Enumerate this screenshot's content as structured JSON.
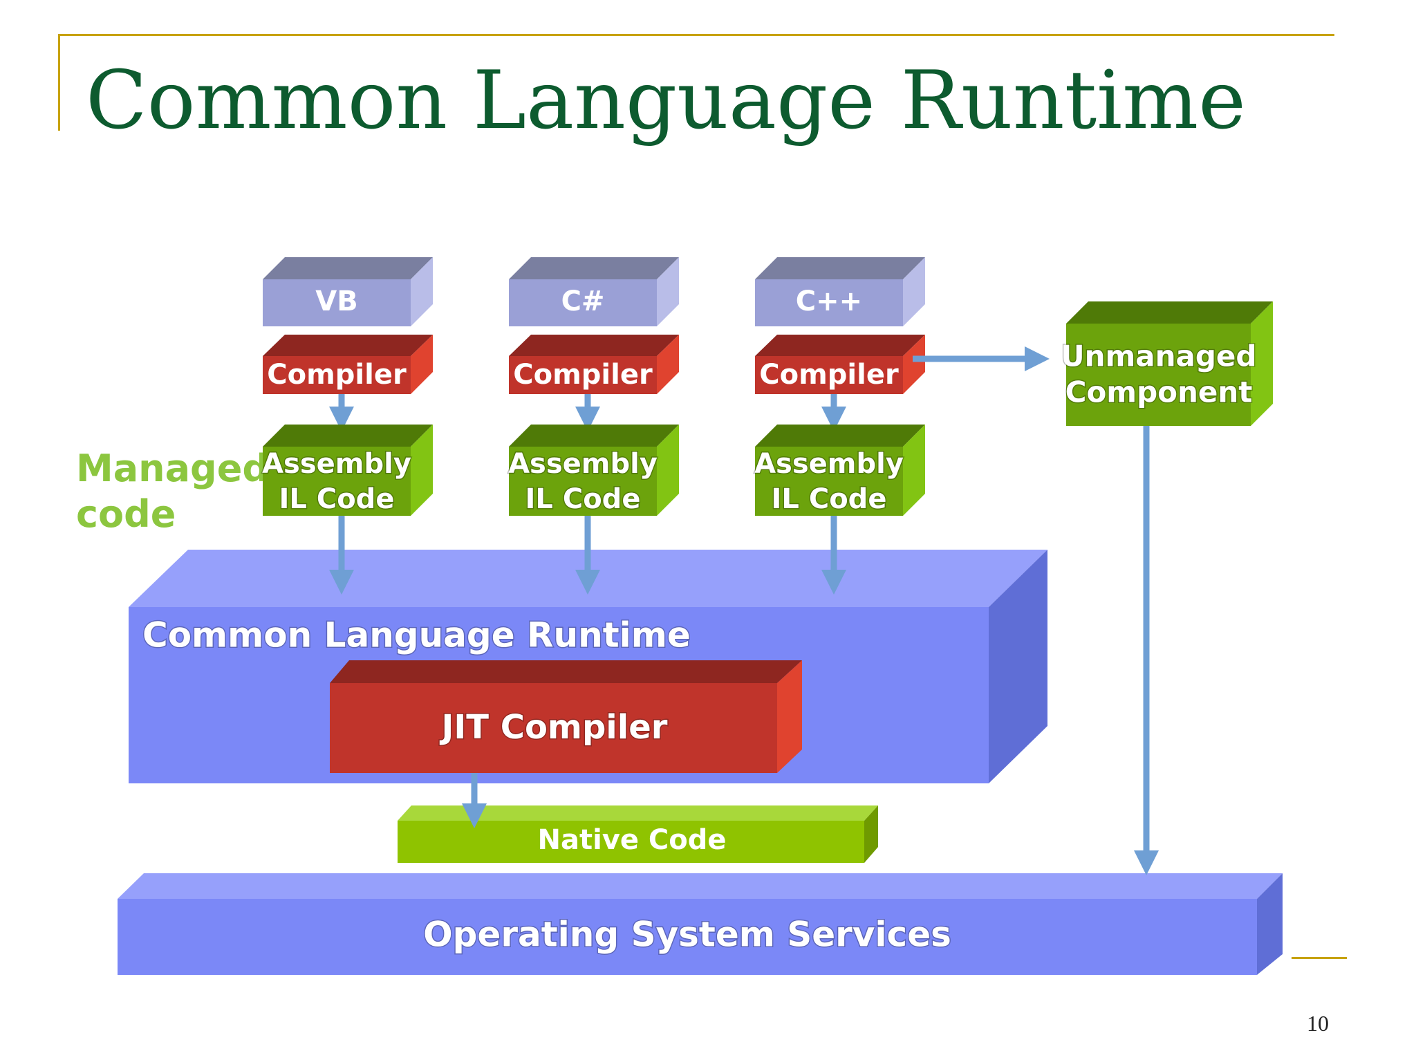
{
  "slide": {
    "title": "Common Language Runtime",
    "page_number": "10",
    "managed_label_line1": "Managed",
    "managed_label_line2": "code"
  },
  "languages": [
    {
      "name": "VB",
      "compiler": "Compiler",
      "assembly_line1": "Assembly",
      "assembly_line2": "IL Code"
    },
    {
      "name": "C#",
      "compiler": "Compiler",
      "assembly_line1": "Assembly",
      "assembly_line2": "IL Code"
    },
    {
      "name": "C++",
      "compiler": "Compiler",
      "assembly_line1": "Assembly",
      "assembly_line2": "IL Code"
    }
  ],
  "unmanaged": {
    "line1": "Unmanaged",
    "line2": "Component"
  },
  "clr": {
    "label": "Common Language Runtime",
    "jit": "JIT Compiler"
  },
  "native_code": "Native Code",
  "os_services": "Operating System Services",
  "colors": {
    "title": "#0d5b2f",
    "frame": "#c7a20f",
    "language_box": "#9aa0d6",
    "compiler_box": "#c0342b",
    "assembly_box": "#6ca30c",
    "clr_box": "#7b88f7",
    "native_box": "#8fc300",
    "arrow": "#6f9fd4"
  }
}
